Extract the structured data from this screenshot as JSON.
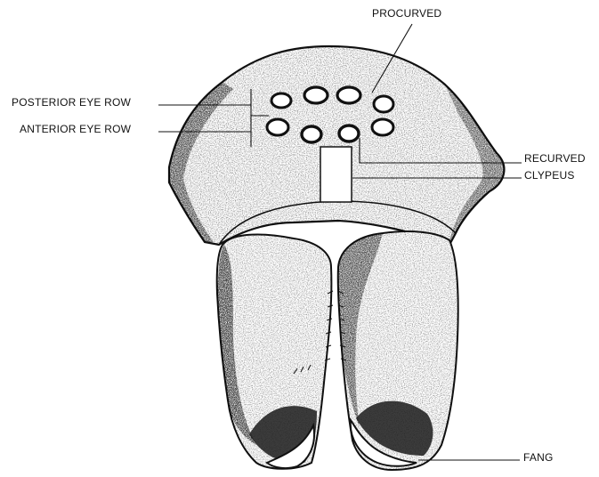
{
  "labels": {
    "procurved": "PROCURVED",
    "posterior_eye_row": "POSTERIOR EYE ROW",
    "anterior_eye_row": "ANTERIOR EYE ROW",
    "recurved": "RECURVED",
    "clypeus": "CLYPEUS",
    "fang": "FANG"
  },
  "colors": {
    "ink": "#111111",
    "paper": "#ffffff"
  }
}
